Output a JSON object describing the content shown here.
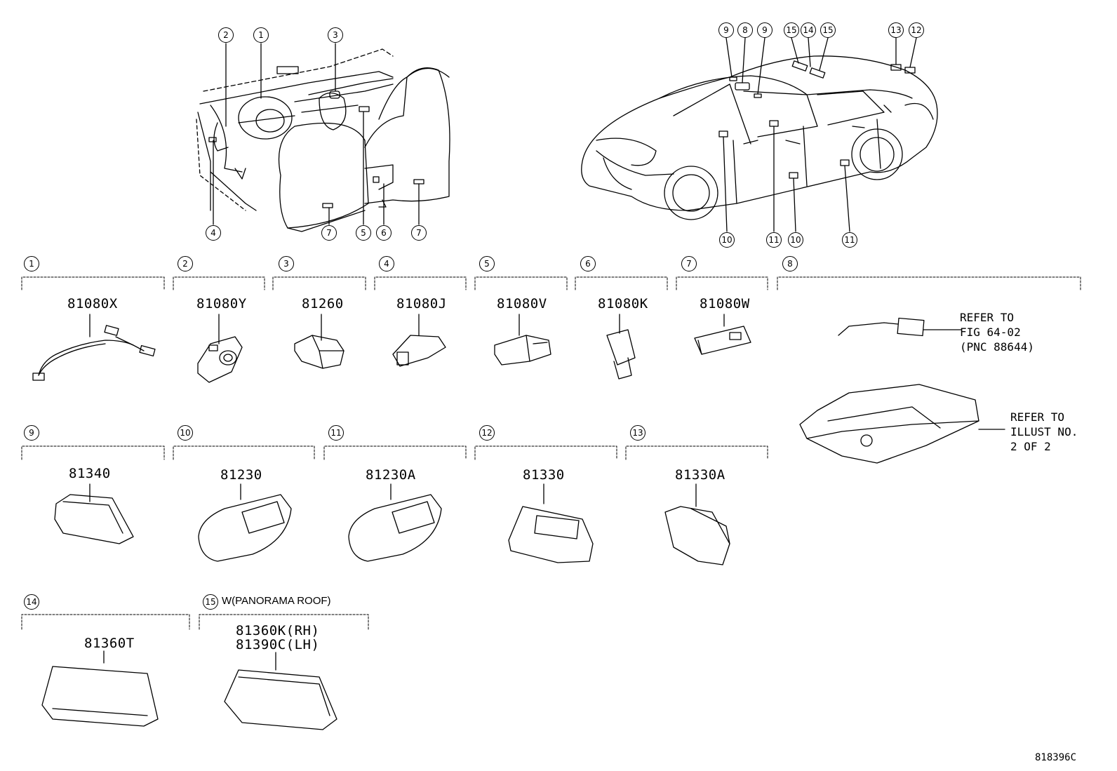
{
  "interior_callouts": [
    "2",
    "1",
    "3",
    "4",
    "7",
    "5",
    "6",
    "7"
  ],
  "exterior_callouts": [
    "9",
    "8",
    "9",
    "15",
    "14",
    "15",
    "13",
    "12",
    "10",
    "11",
    "10",
    "11"
  ],
  "groups": [
    {
      "index": "1",
      "part": "81080X"
    },
    {
      "index": "2",
      "part": "81080Y"
    },
    {
      "index": "3",
      "part": "81260"
    },
    {
      "index": "4",
      "part": "81080J"
    },
    {
      "index": "5",
      "part": "81080V"
    },
    {
      "index": "6",
      "part": "81080K"
    },
    {
      "index": "7",
      "part": "81080W"
    },
    {
      "index": "8",
      "note1": [
        "REFER TO",
        "FIG 64-02",
        "(PNC 88644)"
      ],
      "note2": [
        "REFER TO",
        "ILLUST NO.",
        "2 OF 2"
      ]
    },
    {
      "index": "9",
      "part": "81340"
    },
    {
      "index": "10",
      "part": "81230"
    },
    {
      "index": "11",
      "part": "81230A"
    },
    {
      "index": "12",
      "part": "81330"
    },
    {
      "index": "13",
      "part": "81330A"
    },
    {
      "index": "14",
      "part": "81360T"
    },
    {
      "index": "15",
      "condition": "W(PANORAMA ROOF)",
      "part_rh": "81360K(RH)",
      "part_lh": "81390C(LH)"
    }
  ],
  "diagram_code": "818396C"
}
